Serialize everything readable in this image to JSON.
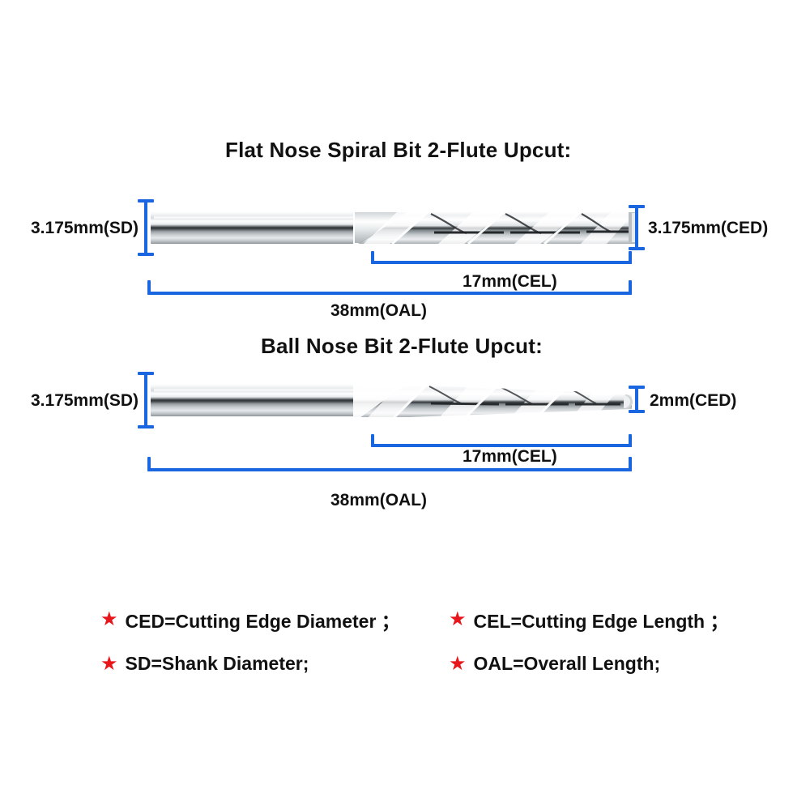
{
  "page": {
    "background": "#ffffff",
    "accent_blue": "#1a66e0",
    "star_red": "#e8151b"
  },
  "bits": [
    {
      "title": "Flat Nose Spiral Bit 2-Flute Upcut:",
      "nose_type": "flat",
      "dimensions": {
        "shank_diameter": "3.175mm(SD)",
        "cutting_edge_diameter": "3.175mm(CED)",
        "cutting_edge_length": "17mm(CEL)",
        "overall_length": "38mm(OAL)"
      }
    },
    {
      "title": "Ball Nose Bit 2-Flute Upcut:",
      "nose_type": "ball",
      "dimensions": {
        "shank_diameter": "3.175mm(SD)",
        "cutting_edge_diameter": "2mm(CED)",
        "cutting_edge_length": "17mm(CEL)",
        "overall_length": "38mm(OAL)"
      }
    }
  ],
  "legend": {
    "marker_icon": "star-icon",
    "items": [
      {
        "text": "CED=Cutting Edge Diameter ；"
      },
      {
        "text": "CEL=Cutting Edge Length ；"
      },
      {
        "text": "SD=Shank Diameter;"
      },
      {
        "text": "OAL=Overall Length;"
      }
    ]
  }
}
